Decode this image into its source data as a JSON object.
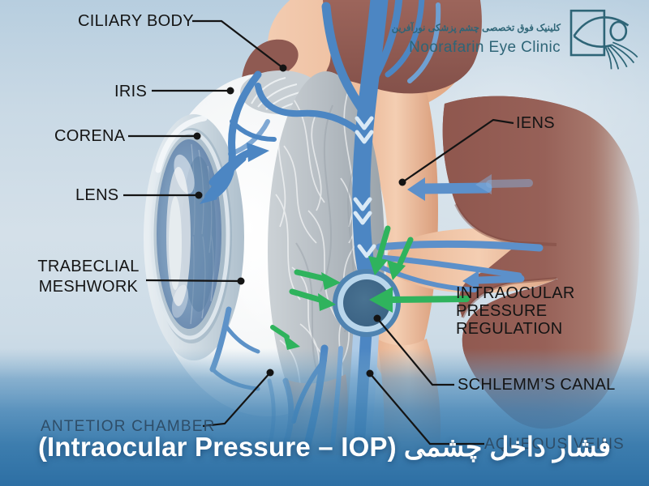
{
  "logo": {
    "tagline_fa": "کلینیک فوق تخصصی چشم پزشکی نورآفرین",
    "name_en": "Noorafarin Eye Clinic"
  },
  "labels": {
    "ciliary_body": "CILIARY BODY",
    "iris": "IRIS",
    "corena": "CORENA",
    "lens": "LENS",
    "trabeclial_meshwork": "TRABECLIAL\nMESHWORK",
    "antetior_chamber": "ANTETIOR CHAMBER",
    "iens": "IENS",
    "intraocular_pressure_regulation": "INTRAOCULAR\nPRESSURE\nREGULATION",
    "schlemms_canal": "SCHLEMM’S CANAL",
    "aqueous_veins": "AQUEOUS VEINS"
  },
  "caption": {
    "text": "فشار داخل چشمی (Intraocular Pressure – IOP)"
  },
  "colors": {
    "background_top": "#b7cedf",
    "background_bottom": "#2d6fa4",
    "caption_text": "#ffffff",
    "label_text": "#141414",
    "label_dark_blue": "#2e4d68",
    "logo_teal": "#2e6577",
    "vessel_blue": "#4c86c3",
    "flow_green": "#2fb35d",
    "tissue_flesh": "#eab795",
    "tissue_mauve": "#96605a",
    "schlemm_canal_fill": "#3c6689"
  }
}
